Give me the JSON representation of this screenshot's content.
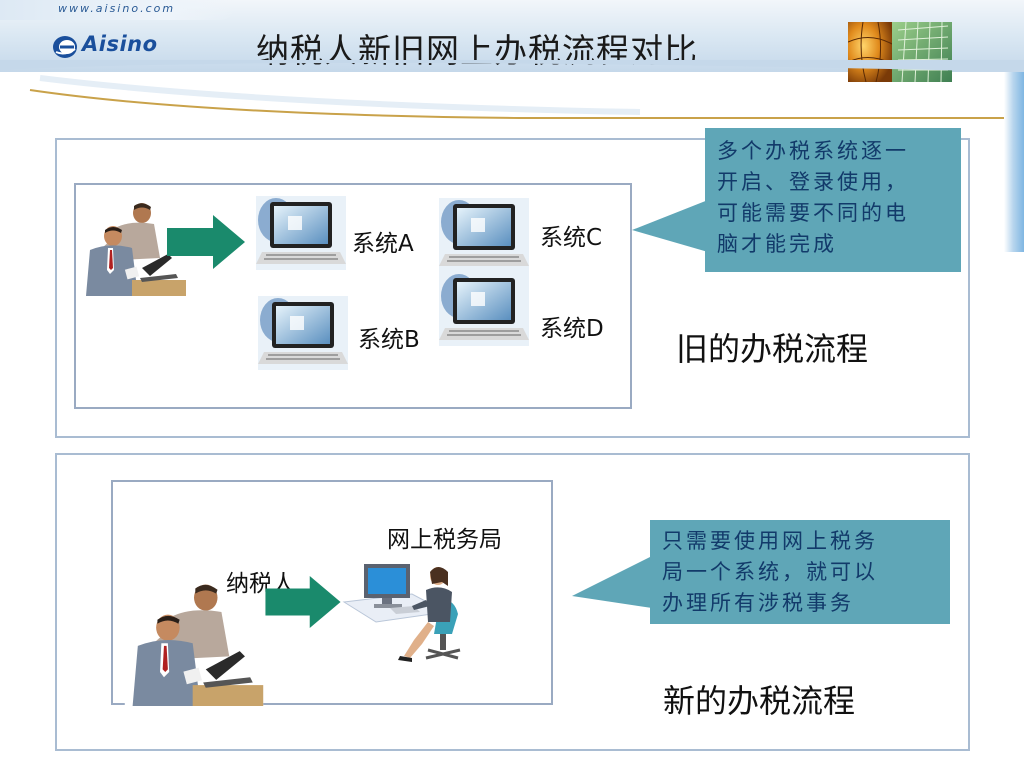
{
  "header": {
    "url": "www.aisino.com",
    "logo_text": "Aisino",
    "title": "纳税人新旧网上办税流程对比"
  },
  "old_process": {
    "systems": {
      "a": "系统A",
      "b": "系统B",
      "c": "系统C",
      "d": "系统D"
    },
    "title": "旧的办税流程",
    "callout_lines": [
      "多个办税系统逐一",
      "开启、登录使用，",
      "可能需要不同的电",
      "脑才能完成"
    ]
  },
  "new_process": {
    "taxpayer_label": "纳税人",
    "bureau_label": "网上税务局",
    "title": "新的办税流程",
    "callout_lines": [
      "只需要使用网上税务",
      "局一个系统，就可以",
      "办理所有涉税事务"
    ]
  },
  "colors": {
    "callout_bg": "#5fa6b7",
    "arrow_green": "#1a8a6c",
    "panel_border": "#a9bcd2",
    "logo_blue": "#1a4f9c"
  },
  "icons": [
    "people-at-laptop",
    "computer-monitor",
    "right-arrow",
    "office-worker-desk",
    "logo-mark"
  ]
}
